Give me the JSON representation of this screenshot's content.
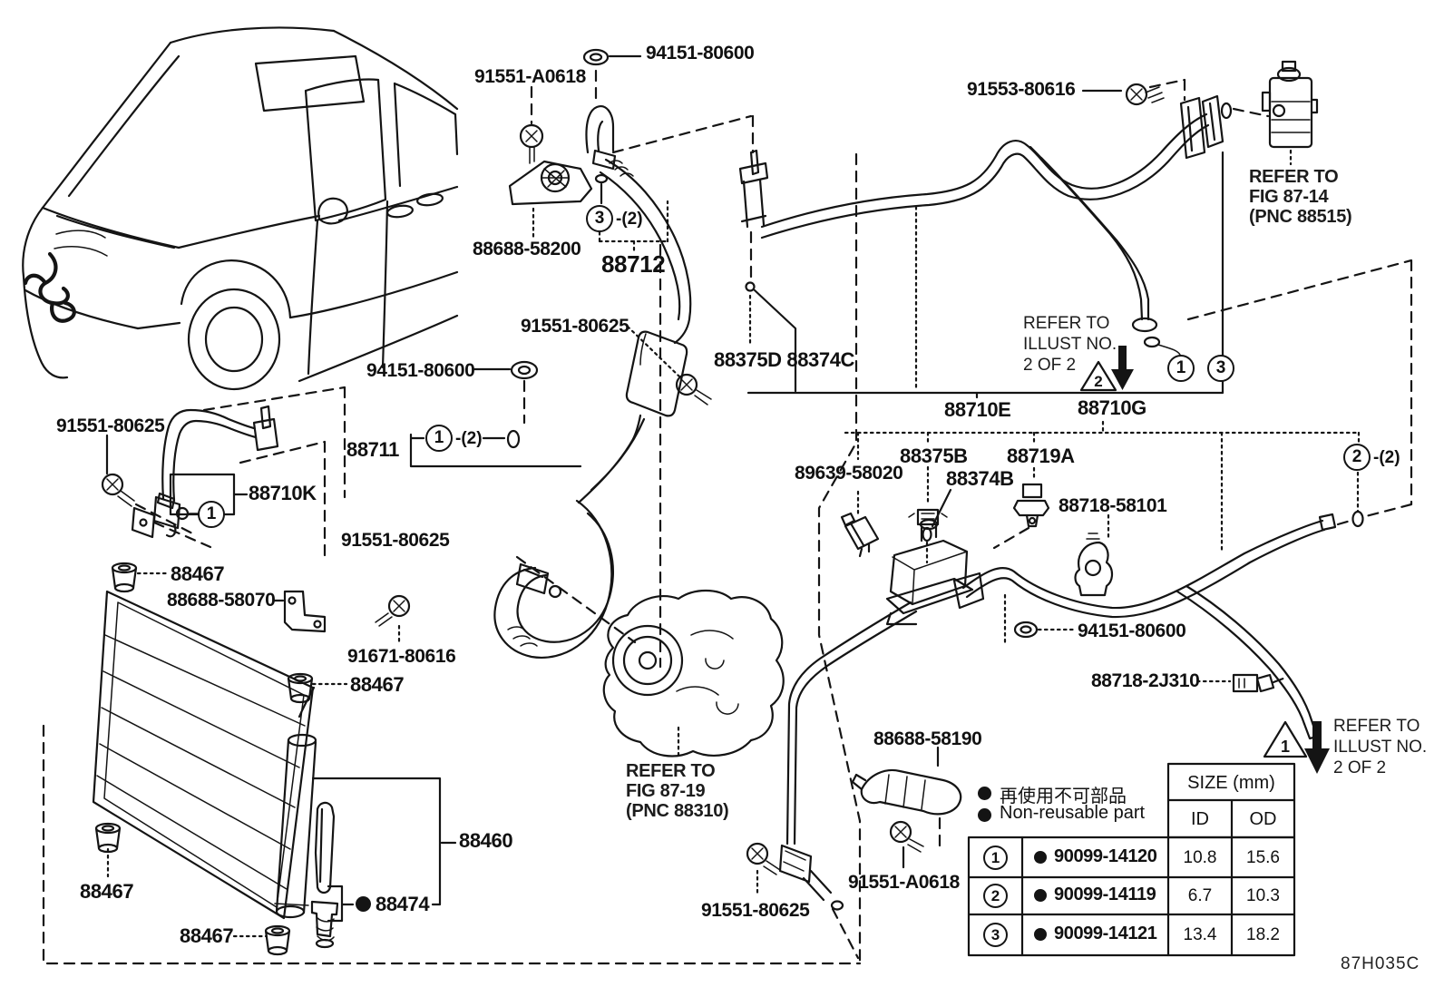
{
  "figure": {
    "code": "87H035C"
  },
  "legend": {
    "jp": "再使用不可部品",
    "en": "Non-reusable part"
  },
  "refs": {
    "fig8714": [
      "REFER TO",
      "FIG 87-14",
      "(PNC 88515)"
    ],
    "fig8719": [
      "REFER TO",
      "FIG 87-19",
      "(PNC 88310)"
    ],
    "illust_top": [
      "REFER TO",
      "ILLUST NO.",
      "2 OF 2"
    ],
    "illust_bottom": [
      "REFER TO",
      "ILLUST NO.",
      "2 OF 2"
    ]
  },
  "callouts": {
    "one": "1",
    "two": "2",
    "three": "3",
    "qty2": "-(2)",
    "tri_top": "2",
    "tri_bottom": "1"
  },
  "parts": {
    "p94151": "94151-80600",
    "p91551a": "91551-A0618",
    "p88688_58200": "88688-58200",
    "p88712": "88712",
    "p91553": "91553-80616",
    "p88375d": "88375D 88374C",
    "p88710e": "88710E",
    "p88710g": "88710G",
    "p89639": "89639-58020",
    "p88375b": "88375B",
    "p88374b": "88374B",
    "p88719a": "88719A",
    "p88718_58101": "88718-58101",
    "p88718_2j310": "88718-2J310",
    "p91551_80625": "91551-80625",
    "p88710k": "88710K",
    "p88711": "88711",
    "p88467": "88467",
    "p88688_58070": "88688-58070",
    "p91671": "91671-80616",
    "p88460": "88460",
    "p88474": "88474",
    "p88688_58190": "88688-58190"
  },
  "table": {
    "size_header": "SIZE (mm)",
    "id_header": "ID",
    "od_header": "OD",
    "rows": [
      {
        "n": "1",
        "part": "90099-14120",
        "id_mm": "10.8",
        "od_mm": "15.6"
      },
      {
        "n": "2",
        "part": "90099-14119",
        "id_mm": "6.7",
        "od_mm": "10.3"
      },
      {
        "n": "3",
        "part": "90099-14121",
        "id_mm": "13.4",
        "od_mm": "18.2"
      }
    ]
  }
}
